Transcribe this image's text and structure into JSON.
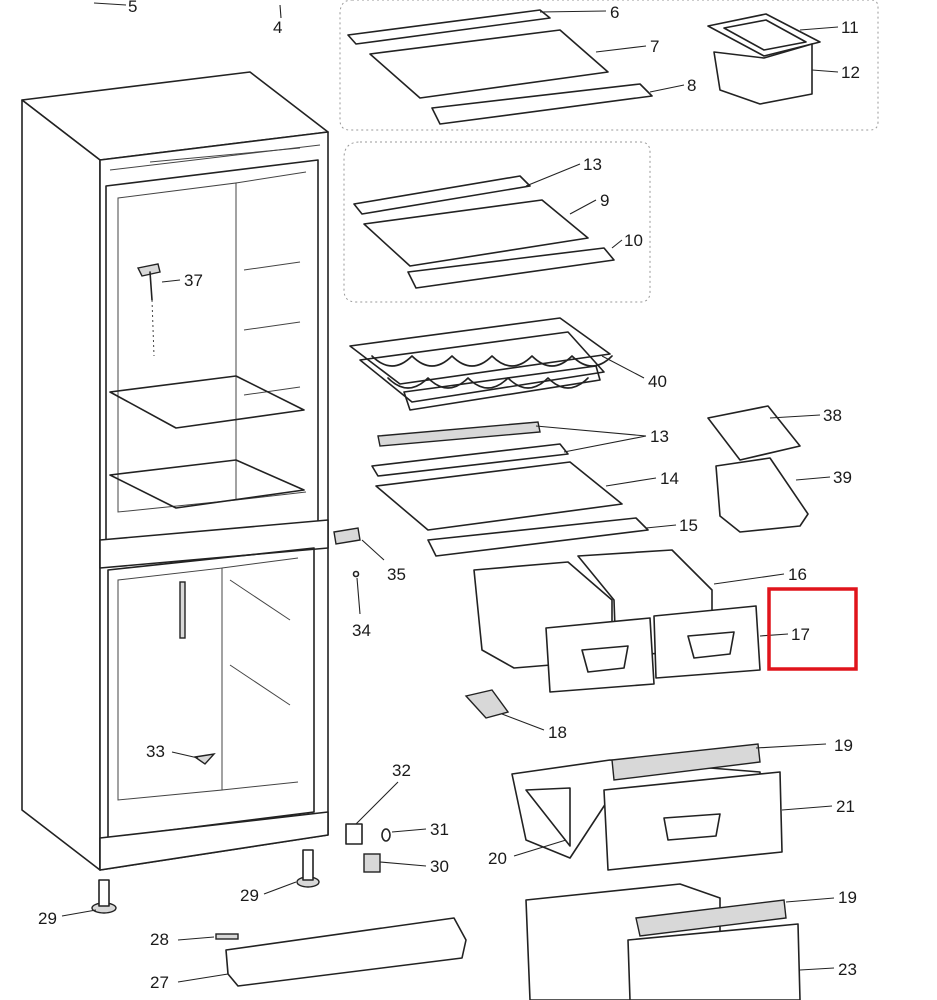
{
  "diagram": {
    "highlight_color": "#e0141b",
    "highlighted_part": "17",
    "part_labels": [
      "5",
      "4",
      "6",
      "7",
      "8",
      "11",
      "12",
      "13",
      "9",
      "10",
      "37",
      "40",
      "13",
      "14",
      "38",
      "39",
      "15",
      "35",
      "34",
      "16",
      "17",
      "18",
      "33",
      "19",
      "32",
      "21",
      "31",
      "20",
      "30",
      "29",
      "29",
      "19",
      "28",
      "27",
      "23"
    ]
  }
}
